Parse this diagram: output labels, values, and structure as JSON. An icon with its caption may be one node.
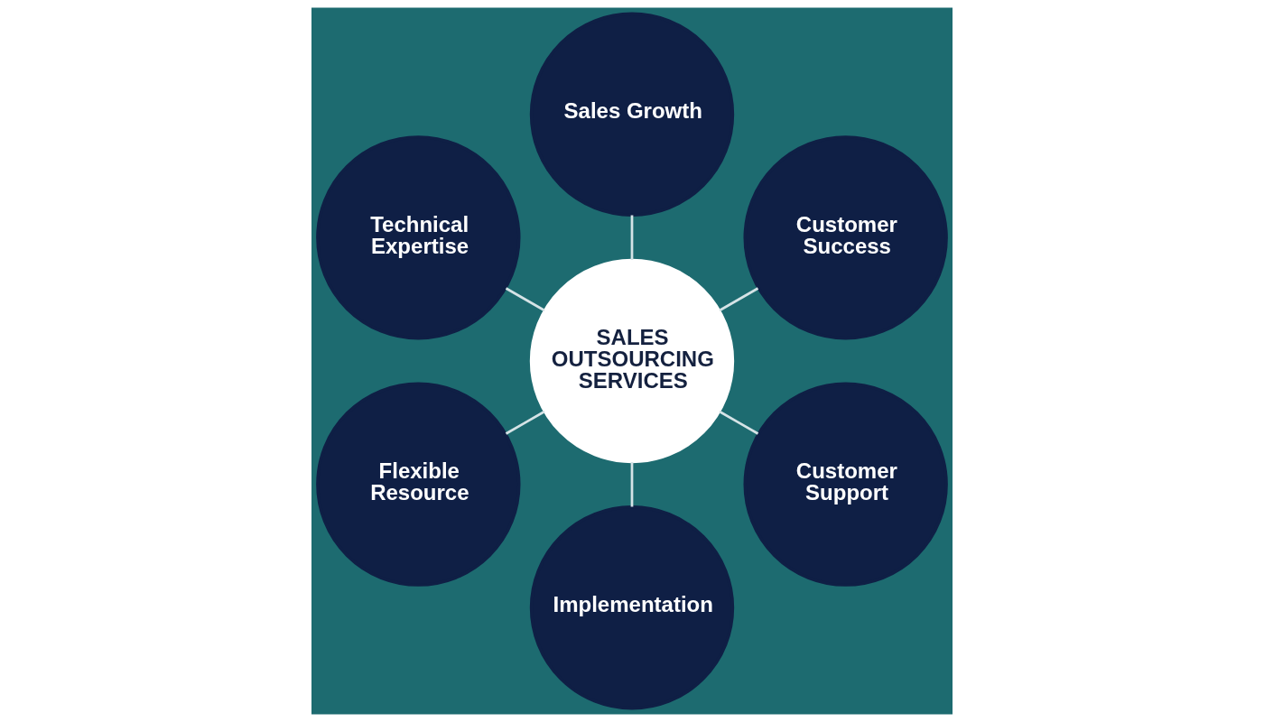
{
  "diagram": {
    "nodes": [
      {
        "text": [
          "Sales Growth"
        ]
      },
      {
        "text": [
          "Technical Expertise"
        ]
      },
      {
        "text": [
          "Customer Success"
        ]
      },
      {
        "text": [
          "SALES OUTSOURCING SERVICES"
        ]
      },
      {
        "text": [
          "Flexible Resource"
        ]
      },
      {
        "text": [
          "Customer Support"
        ]
      },
      {
        "text": [
          "Implementation"
        ]
      }
    ],
    "edges": [
      {
        "from": 3,
        "to": 2,
        "arrow": "none"
      },
      {
        "from": 3,
        "to": 0,
        "arrow": "none"
      },
      {
        "from": 3,
        "to": 1,
        "arrow": "none"
      },
      {
        "from": 3,
        "to": 4,
        "arrow": "none"
      },
      {
        "from": 3,
        "to": 6,
        "arrow": "none"
      },
      {
        "from": 3,
        "to": 5,
        "arrow": "none"
      }
    ]
  }
}
